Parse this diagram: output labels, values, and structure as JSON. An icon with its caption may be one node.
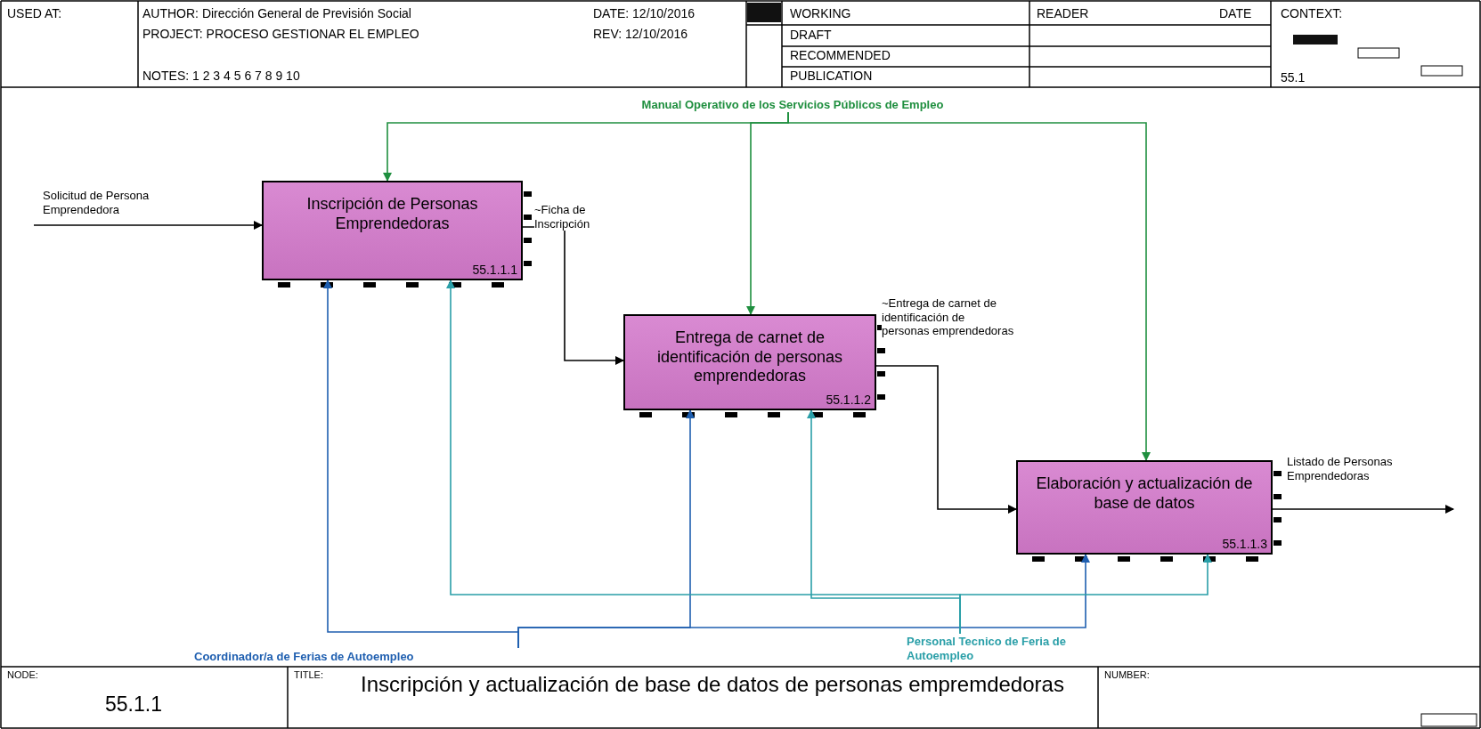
{
  "diagram": {
    "title": "Inscripción y actualización de base de datos de personas empremdedoras",
    "nodes": [
      {
        "text": [
          "Inscripción de Personas Emprendedoras",
          "55.1.1.1"
        ]
      },
      {
        "text": [
          "Entrega de carnet de identificación de personas emprendedoras",
          "55.1.1.2"
        ]
      },
      {
        "text": [
          "Elaboración y actualización de base de datos",
          "55.1.1.3"
        ]
      }
    ],
    "edges": [
      {
        "from": null,
        "to": 0,
        "arrow": "to",
        "label": "Solicitud de Persona Emprendedora"
      },
      {
        "from": 0,
        "to": 1,
        "arrow": "to",
        "label": "~Ficha de Inscripción"
      },
      {
        "from": 1,
        "to": 2,
        "arrow": "to",
        "label": "~Entrega de carnet de identificación de personas emprendedoras"
      },
      {
        "from": 2,
        "to": null,
        "arrow": "to",
        "label": "Listado de Personas Emprendedoras"
      },
      {
        "from": null,
        "to": 0,
        "arrow": "to",
        "color": "#1f8f3f",
        "label": "Manual Operativo de los Servicios Públicos de Empleo"
      },
      {
        "from": null,
        "to": 1,
        "arrow": "to",
        "color": "#1f8f3f"
      },
      {
        "from": null,
        "to": 2,
        "arrow": "to",
        "color": "#1f8f3f"
      },
      {
        "from": null,
        "to": 0,
        "arrow": "to",
        "color": "#1f5fb0",
        "label": "Coordinador/a de Ferias de Autoempleo"
      },
      {
        "from": null,
        "to": 1,
        "arrow": "to",
        "color": "#1f5fb0"
      },
      {
        "from": null,
        "to": 2,
        "arrow": "to",
        "color": "#1f5fb0"
      },
      {
        "from": null,
        "to": 0,
        "arrow": "to",
        "color": "#2a9fa8",
        "label": "Personal Tecnico de Feria de Autoempleo"
      },
      {
        "from": null,
        "to": 1,
        "arrow": "to",
        "color": "#2a9fa8"
      },
      {
        "from": null,
        "to": 2,
        "arrow": "to",
        "color": "#2a9fa8"
      }
    ],
    "labels": [
      "USED AT:",
      "AUTHOR: Dirección General de Previsión Social",
      "PROJECT: PROCESO GESTIONAR EL EMPLEO",
      "NOTES: 1 2 3 4 5 6 7 8 9 10",
      "DATE: 12/10/2016",
      "REV: 12/10/2016",
      "WORKING",
      "READER",
      "DATE",
      "CONTEXT:",
      "DRAFT",
      "RECOMMENDED",
      "PUBLICATION",
      "55.1",
      "NODE:",
      "55.1.1",
      "TITLE:",
      "NUMBER:"
    ]
  }
}
